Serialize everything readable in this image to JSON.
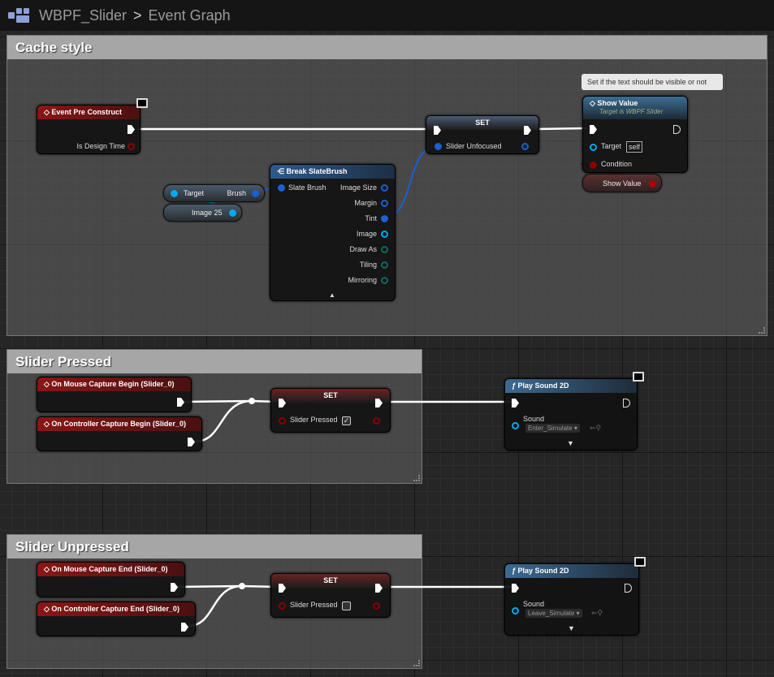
{
  "breadcrumb": {
    "asset": "WBPF_Slider",
    "graph": "Event Graph"
  },
  "comments": [
    "Cache style",
    "Slider Pressed",
    "Slider Unpressed"
  ],
  "cache": {
    "event": {
      "title": "Event Pre Construct",
      "pin": "Is Design Time"
    },
    "set": {
      "title": "SET",
      "pin": "Slider Unfocused"
    },
    "tooltip": "Set if the text should be visible or not",
    "show": {
      "title": "Show Value",
      "subtitle": "Target is WBPF Slider",
      "target": "Target",
      "self": "self",
      "condition": "Condition",
      "var": "Show Value"
    },
    "target_pill": {
      "in": "Target",
      "out": "Brush"
    },
    "image_pill": "Image 25",
    "break": {
      "title": "Break SlateBrush",
      "input": "Slate Brush",
      "outputs": [
        "Image Size",
        "Margin",
        "Tint",
        "Image",
        "Draw As",
        "Tiling",
        "Mirroring"
      ]
    }
  },
  "pressed": {
    "ev1": "On Mouse Capture Begin (Slider_0)",
    "ev2": "On Controller Capture Begin (Slider_0)",
    "set": {
      "title": "SET",
      "pin": "Slider Pressed",
      "checked": true
    },
    "sound": {
      "title": "Play Sound 2D",
      "pin": "Sound",
      "value": "Enter_Simulate"
    }
  },
  "unpressed": {
    "ev1": "On Mouse Capture End (Slider_0)",
    "ev2": "On Controller Capture End (Slider_0)",
    "set": {
      "title": "SET",
      "pin": "Slider Pressed",
      "checked": false
    },
    "sound": {
      "title": "Play Sound 2D",
      "pin": "Sound",
      "value": "Leave_Simulate"
    }
  },
  "colors": {
    "exec": "#ffffff",
    "bool": "#8a0000",
    "struct": "#0a5ad0",
    "object": "#00a8f0"
  }
}
